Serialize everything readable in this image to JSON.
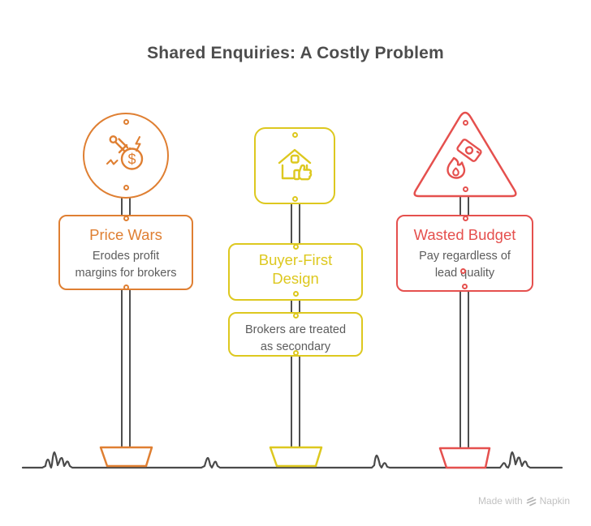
{
  "title": "Shared Enquiries: A Costly Problem",
  "signposts": [
    {
      "id": "price-wars",
      "shape": "circle",
      "accent_color": "#df7f32",
      "icon": "dart-dollar-coin-icon",
      "heading": "Price Wars",
      "description": "Erodes profit\nmargins for brokers"
    },
    {
      "id": "buyer-first-design",
      "shape": "rounded-square",
      "accent_color": "#ddc81f",
      "icon": "house-thumbs-up-icon",
      "heading": "Buyer-First\nDesign",
      "description": "Brokers are treated\nas secondary"
    },
    {
      "id": "wasted-budget",
      "shape": "triangle",
      "accent_color": "#e5504e",
      "icon": "burning-banknote-icon",
      "heading": "Wasted Budget",
      "description": "Pay regardless of\nlead quality"
    }
  ],
  "attribution": {
    "prefix": "Made with",
    "brand": "Napkin",
    "icon": "napkin-logo-icon"
  },
  "colors": {
    "background": "#ffffff",
    "title_text": "#4d4d4d",
    "body_text": "#5c5c5c",
    "pole": "#4f4f4f",
    "ground": "#4a4a4a",
    "attribution_text": "#c2c2c2"
  }
}
